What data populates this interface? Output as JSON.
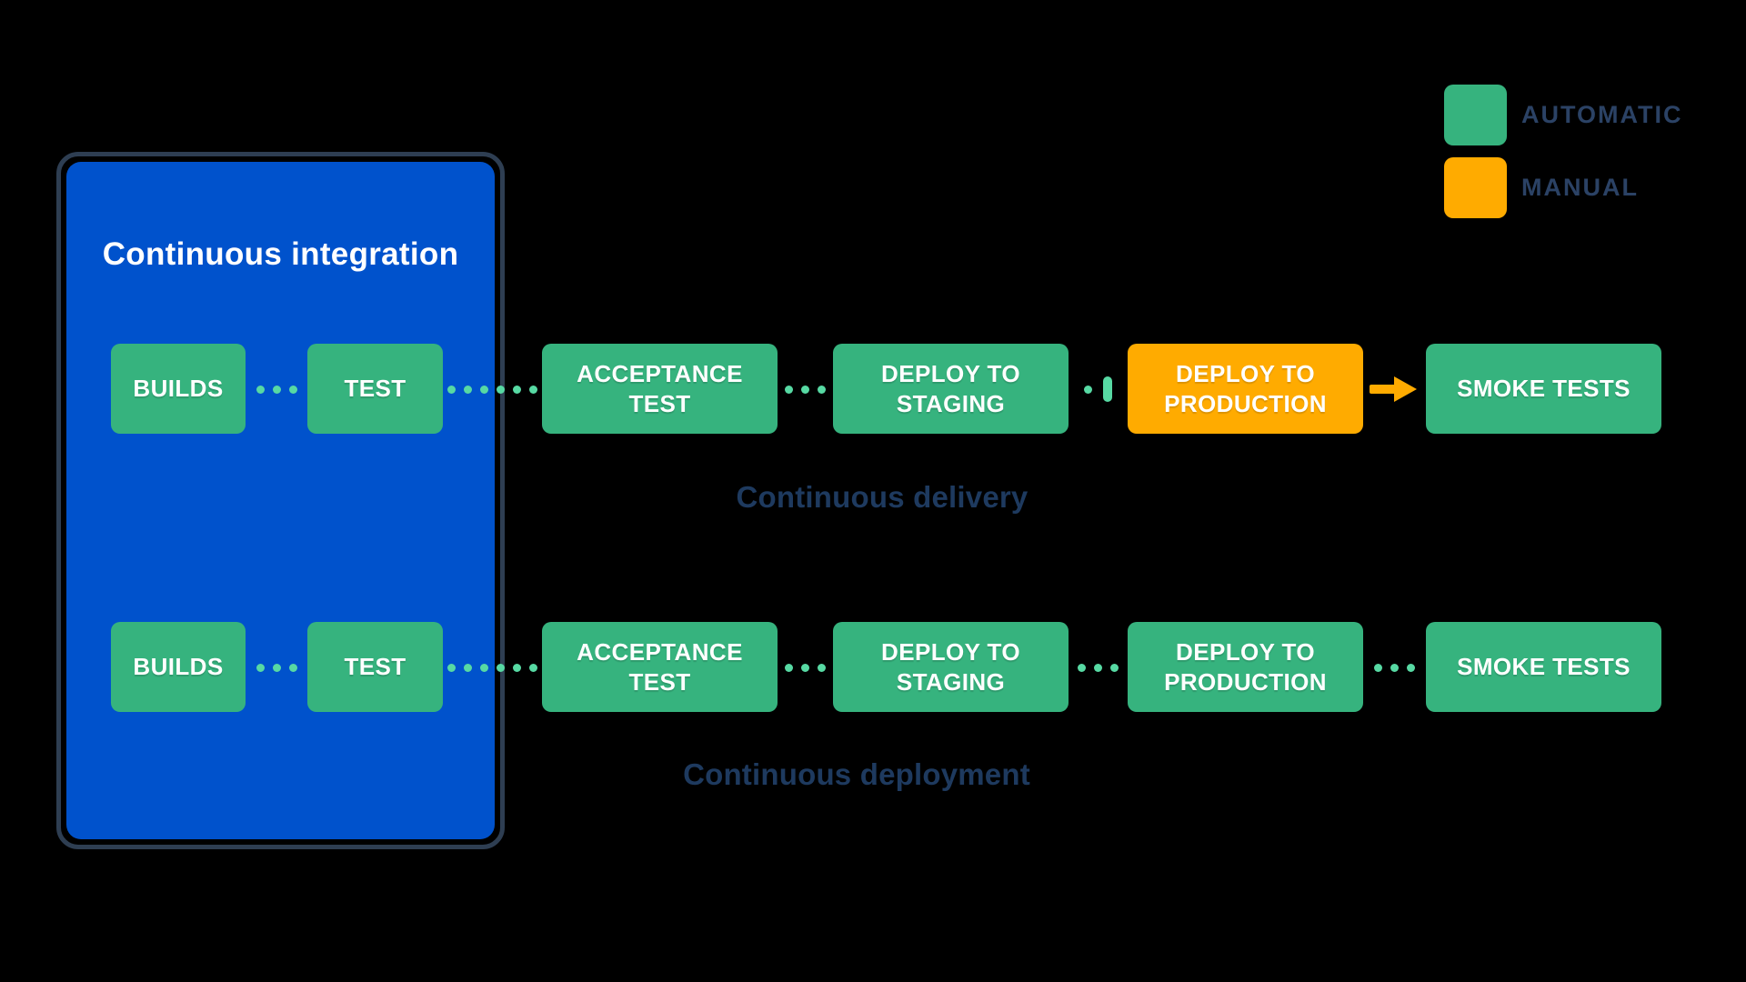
{
  "colors": {
    "bg": "#000000",
    "blue": "#0052CC",
    "green": "#36B37E",
    "orange": "#FFAB00",
    "dot": "#57D9A3",
    "navy": "#2B4265",
    "labelNavy": "#1E3A5F",
    "outline": "#2E3E52",
    "white": "#FFFFFF"
  },
  "ci_box": {
    "title": "Continuous integration"
  },
  "legend": {
    "items": [
      {
        "label": "AUTOMATIC",
        "mode": "automatic",
        "color": "#36B37E"
      },
      {
        "label": "MANUAL",
        "mode": "manual",
        "color": "#FFAB00"
      }
    ]
  },
  "rows": [
    {
      "label": "Continuous delivery",
      "steps": [
        {
          "label": "BUILDS",
          "mode": "automatic"
        },
        {
          "label": "TEST",
          "mode": "automatic"
        },
        {
          "label": "ACCEPTANCE TEST",
          "mode": "automatic"
        },
        {
          "label": "DEPLOY TO STAGING",
          "mode": "automatic"
        },
        {
          "label": "DEPLOY TO PRODUCTION",
          "mode": "manual"
        },
        {
          "label": "SMOKE TESTS",
          "mode": "automatic"
        }
      ]
    },
    {
      "label": "Continuous deployment",
      "steps": [
        {
          "label": "BUILDS",
          "mode": "automatic"
        },
        {
          "label": "TEST",
          "mode": "automatic"
        },
        {
          "label": "ACCEPTANCE TEST",
          "mode": "automatic"
        },
        {
          "label": "DEPLOY TO STAGING",
          "mode": "automatic"
        },
        {
          "label": "DEPLOY TO PRODUCTION",
          "mode": "automatic"
        },
        {
          "label": "SMOKE TESTS",
          "mode": "automatic"
        }
      ]
    }
  ]
}
